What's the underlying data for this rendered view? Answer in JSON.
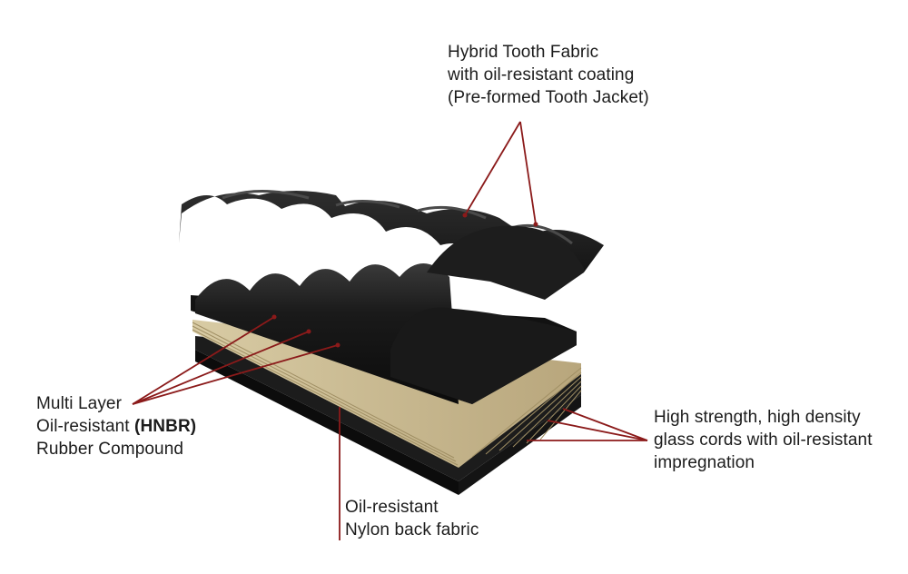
{
  "labels": {
    "tooth_fabric": {
      "line1": "Hybrid Tooth Fabric",
      "line2": "with oil-resistant coating",
      "line3": "(Pre-formed Tooth Jacket)"
    },
    "rubber_compound": {
      "line1": "Multi Layer",
      "line2_prefix": "Oil-resistant ",
      "line2_bold": "(HNBR)",
      "line3": "Rubber Compound"
    },
    "glass_cords": {
      "line1": "High strength, high density",
      "line2": "glass cords with oil-resistant",
      "line3": "impregnation"
    },
    "nylon_back": {
      "line1": "Oil-resistant",
      "line2": "Nylon back fabric"
    }
  },
  "colors": {
    "leader_line": "#8b1a1a",
    "belt_black": "#151515",
    "cord_tan": "#c9b98f",
    "label_text": "#1c1c1c"
  }
}
